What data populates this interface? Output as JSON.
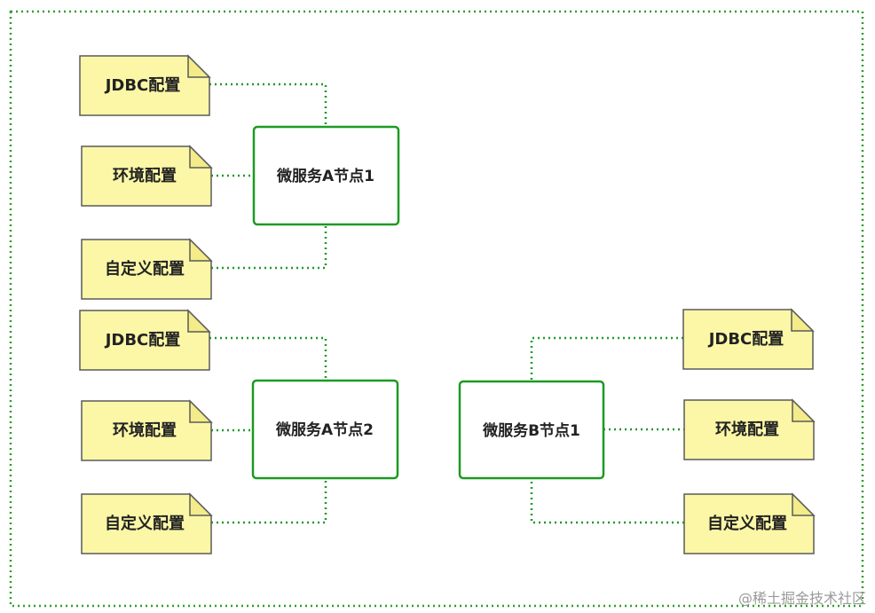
{
  "nodes": {
    "a1": "微服务A节点1",
    "a2": "微服务A节点2",
    "b1": "微服务B节点1"
  },
  "configs": {
    "jdbc": "JDBC配置",
    "env": "环境配置",
    "custom": "自定义配置"
  },
  "watermark": "@稀土掘金技术社区",
  "colors": {
    "frame": "#2ca02c",
    "node_border": "#1c9a22",
    "note_fill": "#fbf7a6"
  }
}
